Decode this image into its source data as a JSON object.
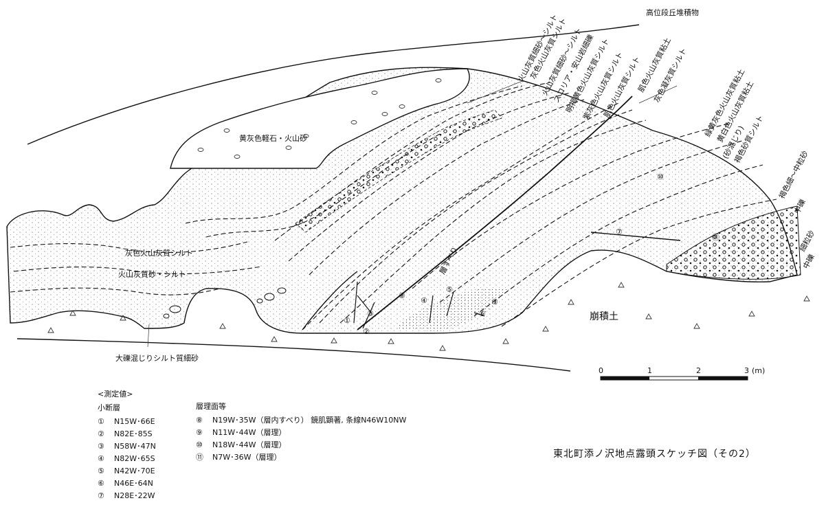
{
  "header_label": "高位段丘堆積物",
  "labels": {
    "pumice": "黄灰色軽石・火山砂",
    "gray_silt": "灰色火山灰質シルト",
    "ash_sand_silt": "火山灰質砂・シルト",
    "boulder_sand": "大礫混じりシルト質細砂",
    "slip": "層すべり",
    "colluvium": "崩積土"
  },
  "diagonal_labels": [
    "火山灰質細砂～シルト",
    "灰色火山灰質シルト",
    "火山灰質細砂～シルト",
    "スコリア・安山岩細礫",
    "明褐黄色火山灰質シルト",
    "紫灰色火山灰質シルト",
    "肌色火山灰質シルト",
    "肌色火山灰質粘土",
    "灰色凝灰質シルト",
    "緑黄灰色火山灰質粘土",
    "黄白色火山灰質粘土",
    "(砂混じり)",
    "褐色砂質シルト",
    "褐色細～中粒砂",
    "中礫",
    "細粒砂",
    "中礫"
  ],
  "markers": [
    "①",
    "②",
    "③",
    "④",
    "⑤",
    "⑥",
    "⑦",
    "⑧",
    "⑨",
    "⑩",
    "⑪"
  ],
  "scale": {
    "ticks": [
      "0",
      "1",
      "2",
      "3"
    ],
    "unit": "(m)"
  },
  "legend": {
    "heading": "<測定値>",
    "faults_heading": "小断層",
    "faults": [
      {
        "num": "①",
        "value": "N15W･66E"
      },
      {
        "num": "②",
        "value": "N82E･85S"
      },
      {
        "num": "③",
        "value": "N58W･47N"
      },
      {
        "num": "④",
        "value": "N82W･65S"
      },
      {
        "num": "⑤",
        "value": "N42W･70E"
      },
      {
        "num": "⑥",
        "value": "N46E･64N"
      },
      {
        "num": "⑦",
        "value": "N28E･22W"
      }
    ],
    "bedding_heading": "層理面等",
    "bedding": [
      {
        "num": "⑧",
        "value": "N19W･35W（層内すべり） 鏡肌顕著, 条線N46W10NW"
      },
      {
        "num": "⑨",
        "value": "N11W･44W（層理）"
      },
      {
        "num": "⑩",
        "value": "N18W･44W（層理）"
      },
      {
        "num": "⑪",
        "value": "N7W･36W（層理）"
      }
    ]
  },
  "title": "東北町添ノ沢地点露頭スケッチ図（その2）"
}
